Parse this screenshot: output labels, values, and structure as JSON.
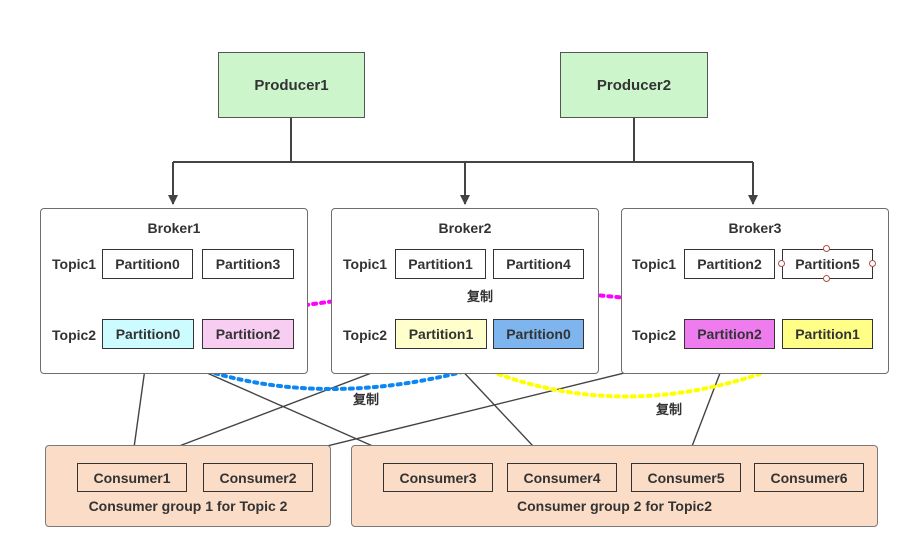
{
  "producers": [
    {
      "label": "Producer1"
    },
    {
      "label": "Producer2"
    }
  ],
  "brokers": [
    {
      "title": "Broker1",
      "topic1_label": "Topic1",
      "topic2_label": "Topic2",
      "topic1_partitions": [
        "Partition0",
        "Partition3"
      ],
      "topic2_partitions": [
        "Partition0",
        "Partition2"
      ]
    },
    {
      "title": "Broker2",
      "topic1_label": "Topic1",
      "topic2_label": "Topic2",
      "topic1_partitions": [
        "Partition1",
        "Partition4"
      ],
      "topic2_partitions": [
        "Partition1",
        "Partition0"
      ]
    },
    {
      "title": "Broker3",
      "topic1_label": "Topic1",
      "topic2_label": "Topic2",
      "topic1_partitions": [
        "Partition2",
        "Partition5"
      ],
      "topic2_partitions": [
        "Partition2",
        "Partition1"
      ]
    }
  ],
  "replication_label": "复制",
  "consumer_groups": [
    {
      "label": "Consumer group 1 for Topic 2",
      "consumers": [
        "Consumer1",
        "Consumer2"
      ]
    },
    {
      "label": "Consumer group 2 for Topic2",
      "consumers": [
        "Consumer3",
        "Consumer4",
        "Consumer5",
        "Consumer6"
      ]
    }
  ],
  "colors": {
    "producer_fill": "#ccf5cc",
    "consumer_fill": "#fbdcc7",
    "cyan_partition": "#ccfcff",
    "pink_partition": "#f8cdf2",
    "yellow_partition": "#ffffcc",
    "blue_partition": "#7fb5ee",
    "magenta_partition": "#ef7cef",
    "bright_yellow_partition": "#ffff88",
    "magenta_arrow": "#ff00ff",
    "blue_arrow": "#0d86f1",
    "yellow_arrow": "#ffff00"
  }
}
